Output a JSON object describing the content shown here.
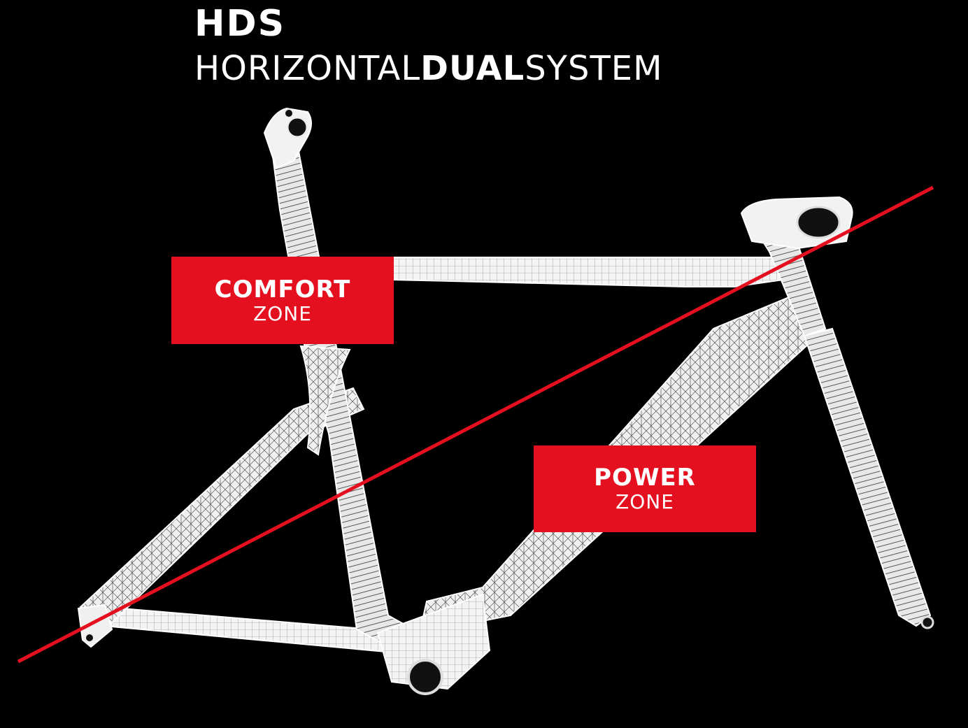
{
  "heading": {
    "abbreviation": "HDS",
    "full_name_parts": [
      "HORIZONTAL",
      "DUAL",
      "SYSTEM"
    ]
  },
  "zones": {
    "comfort": {
      "title": "COMFORT",
      "subtitle": "ZONE"
    },
    "power": {
      "title": "POWER",
      "subtitle": "ZONE"
    }
  },
  "colors": {
    "background": "#000000",
    "accent_red": "#e4101f",
    "frame_white": "#f2f2f2",
    "text_white": "#ffffff"
  }
}
